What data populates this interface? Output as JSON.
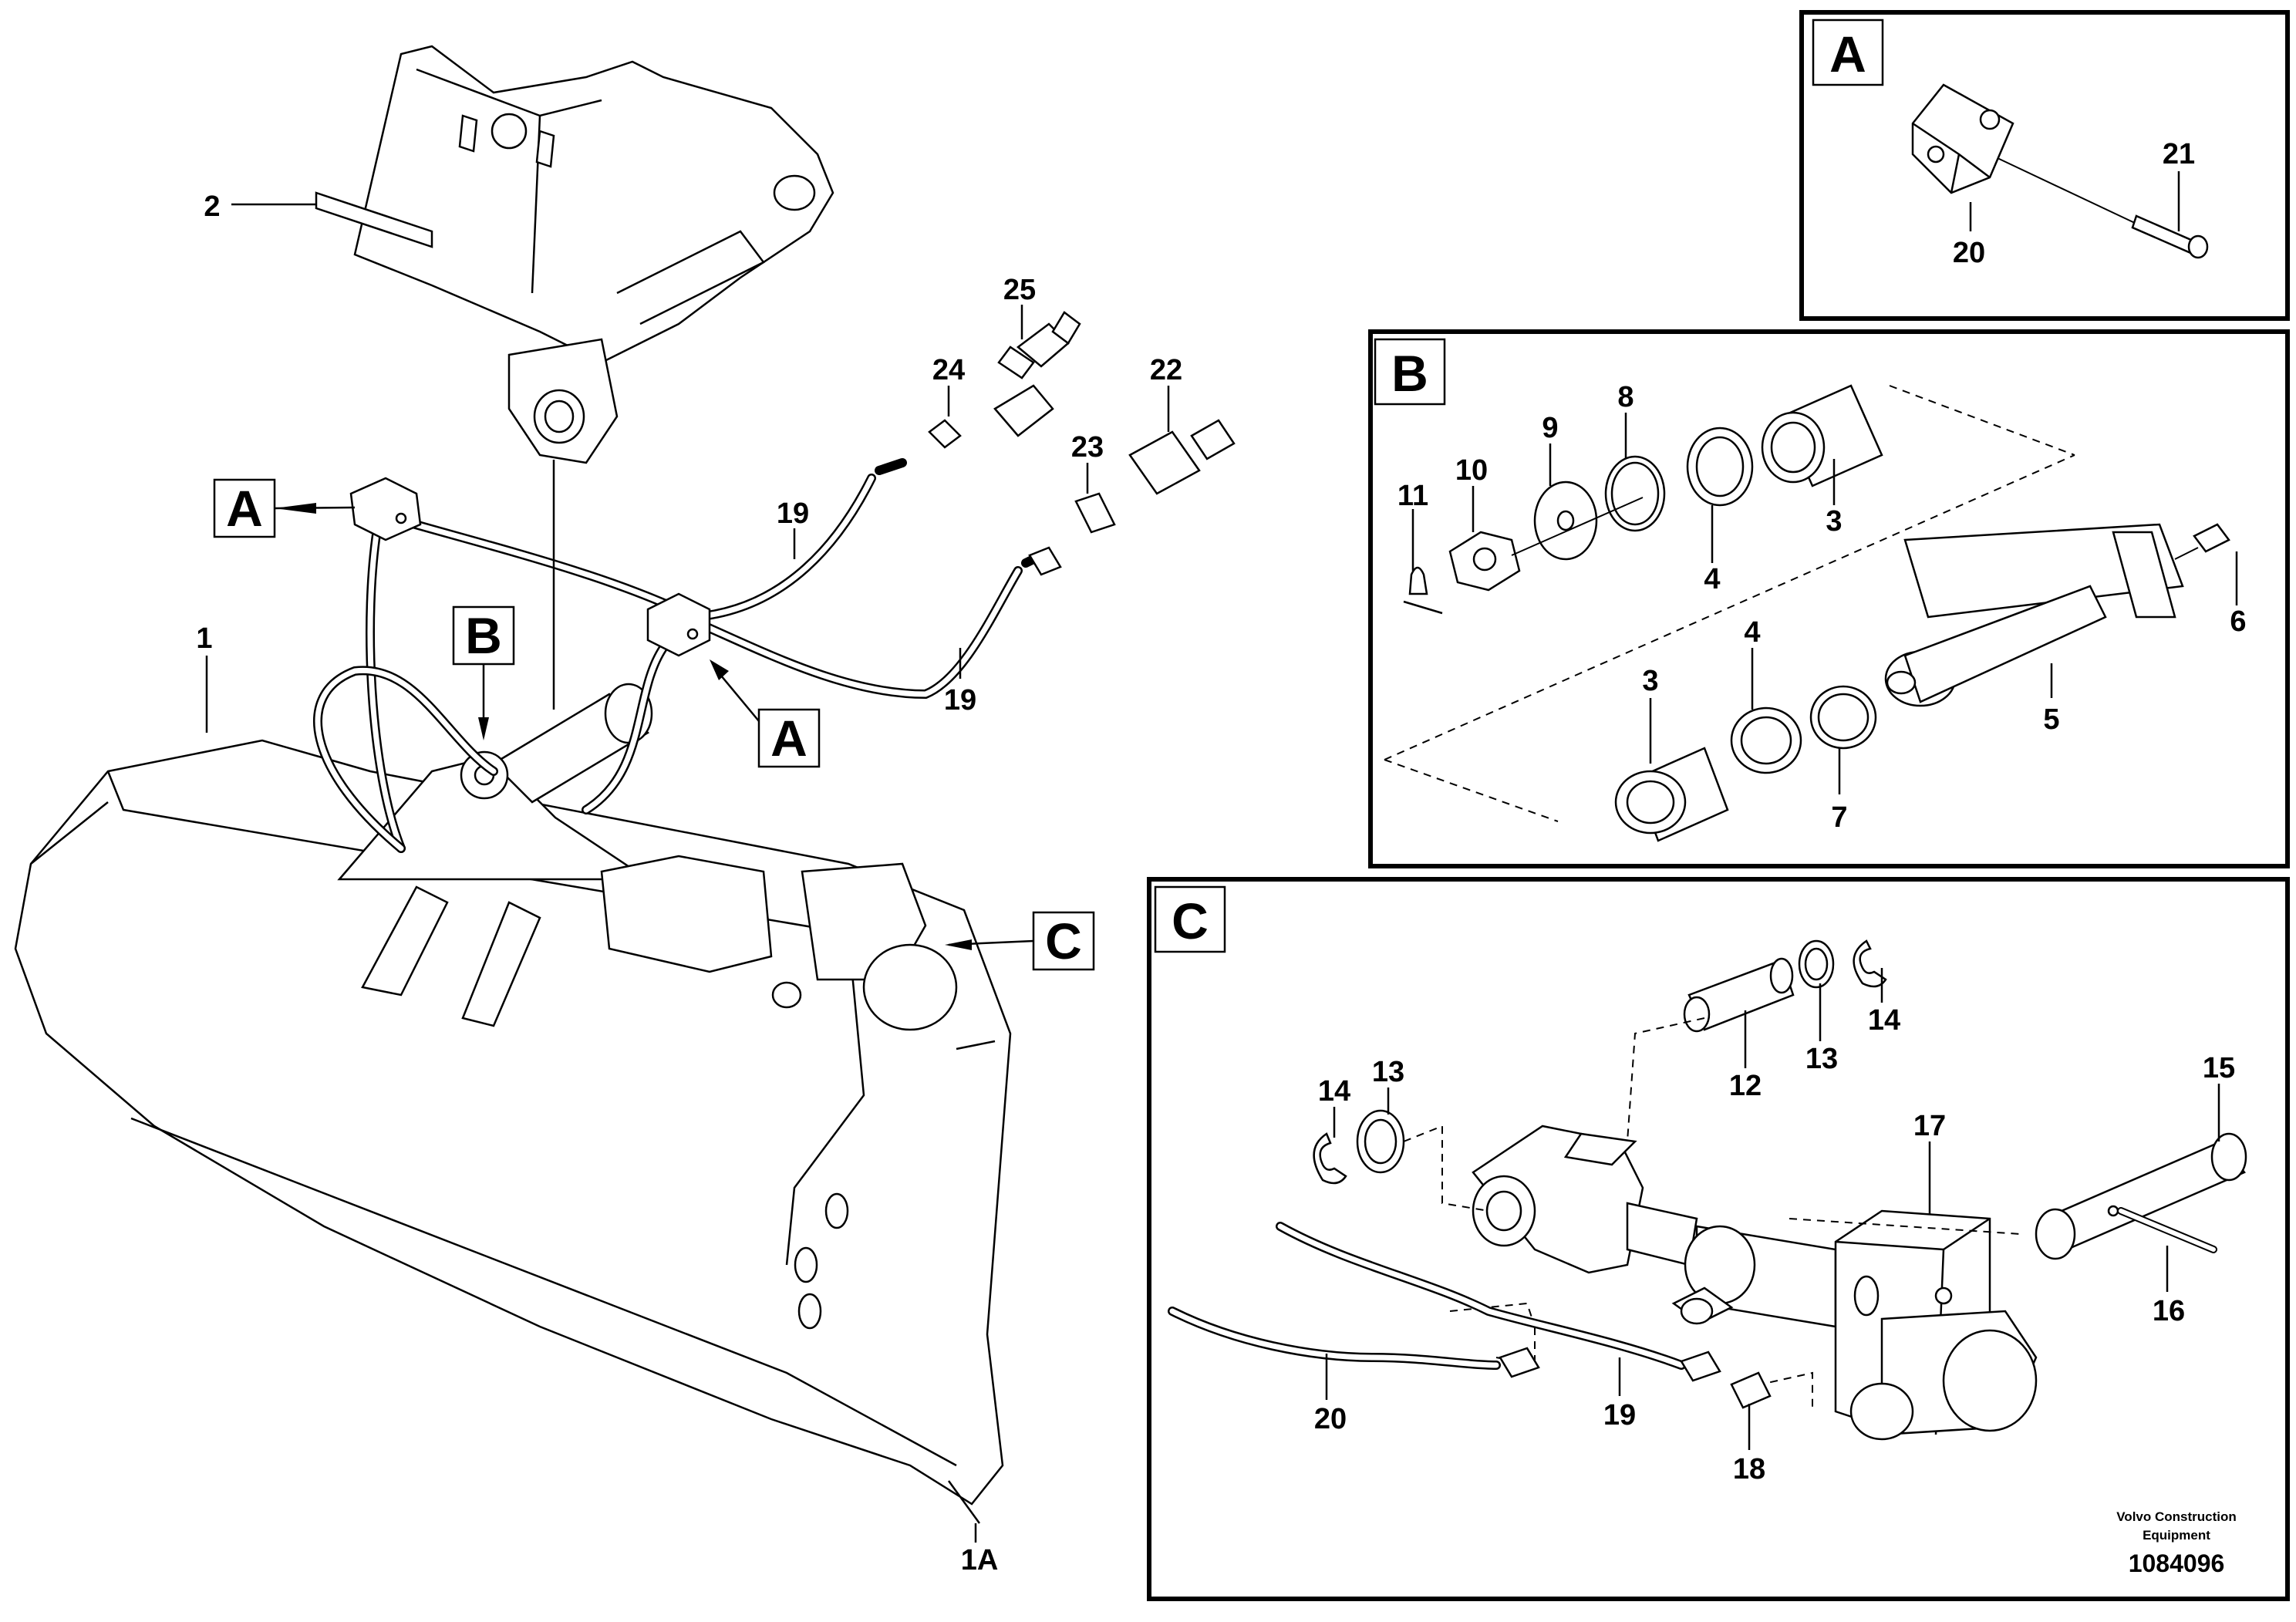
{
  "callouts": {
    "main": [
      "2",
      "25",
      "24",
      "22",
      "23",
      "19",
      "19",
      "1",
      "1A"
    ],
    "detail_a": [
      "21",
      "20"
    ],
    "detail_b": [
      "11",
      "10",
      "9",
      "8",
      "4",
      "3",
      "6",
      "3",
      "4",
      "5",
      "7"
    ],
    "detail_c": [
      "14",
      "13",
      "12",
      "13",
      "14",
      "15",
      "17",
      "16",
      "20",
      "19",
      "18"
    ]
  },
  "view_labels": {
    "a": "A",
    "b": "B",
    "c": "C"
  },
  "footer": {
    "company_line1": "Volvo Construction",
    "company_line2": "Equipment",
    "drawing_number": "1084096"
  }
}
